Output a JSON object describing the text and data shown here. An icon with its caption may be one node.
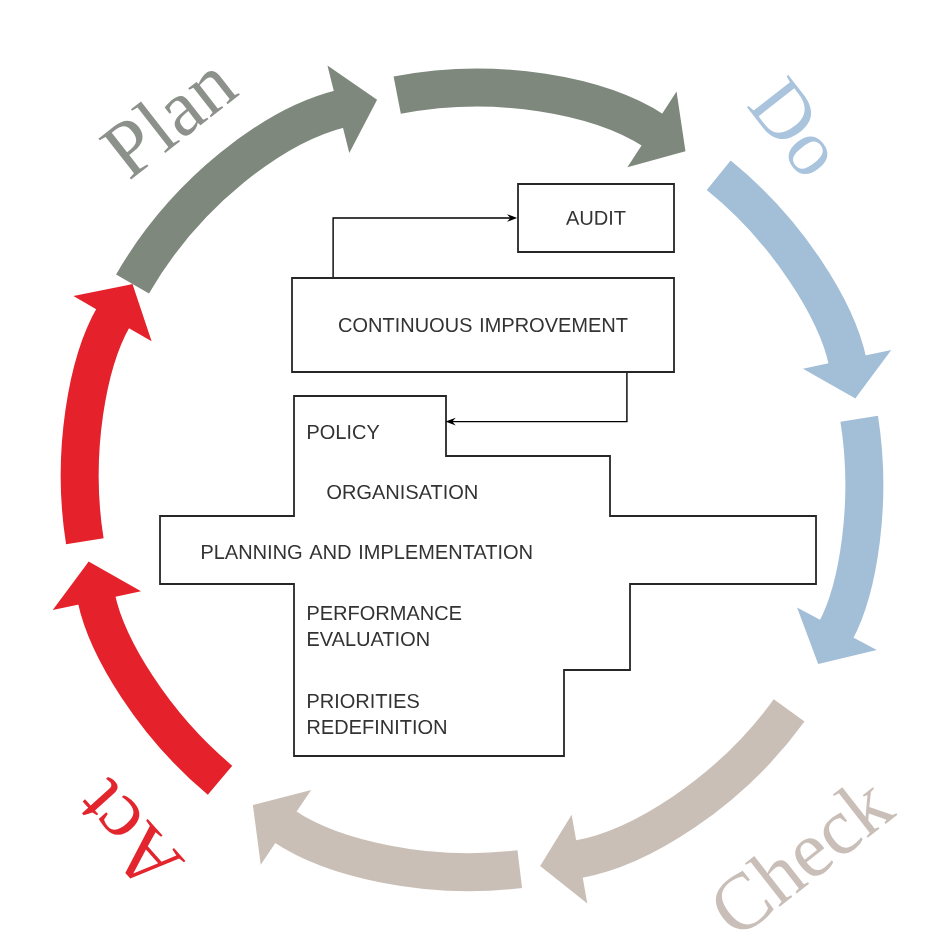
{
  "diagram": {
    "nodes": [
      {
        "text": [
          "AUDIT"
        ]
      },
      {
        "text": [
          "CONTINUOUS IMPROVEMENT"
        ]
      },
      {
        "text": [
          "POLICY",
          "ORGANISATION",
          "PLANNING AND IMPLEMENTATION",
          "PERFORMANCE EVALUATION",
          "PRIORITIES REDEFINITION"
        ]
      }
    ],
    "edges": [
      {
        "from": 1,
        "to": 0,
        "arrow": "to"
      },
      {
        "from": 1,
        "to": 2,
        "arrow": "to"
      }
    ],
    "labels": [
      "Plan",
      "Do",
      "Act",
      "Check"
    ]
  }
}
